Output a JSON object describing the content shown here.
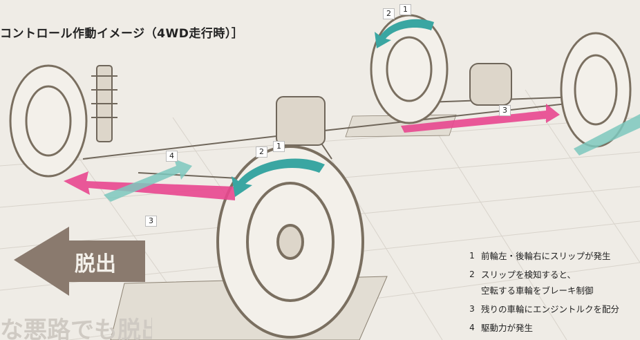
{
  "title": "コントロール作動イメージ（4WD走行時）］",
  "callouts": {
    "rear_tag_2": "2",
    "rear_tag_1": "1",
    "rear_tag_3": "3",
    "front_tag_4": "4",
    "front_tag_2": "2",
    "front_tag_1": "1",
    "front_tag_3": "3"
  },
  "escape_label": "脱出",
  "legend": [
    {
      "num": "1",
      "text": "前輪左・後輪右にスリップが発生"
    },
    {
      "num": "2",
      "text": "スリップを検知すると、",
      "cont": "空転する車輪をブレーキ制御"
    },
    {
      "num": "3",
      "text": "残りの車輪にエンジントルクを配分"
    },
    {
      "num": "4",
      "text": "駆動力が発生"
    }
  ],
  "bottom_caption": "な悪路でも脱出",
  "colors": {
    "torque_arrow": "#e8478f",
    "brake_arrow": "#3aa6a2",
    "drive_arrow": "#7cc8bd",
    "escape_arrow": "#8a7a6e"
  }
}
